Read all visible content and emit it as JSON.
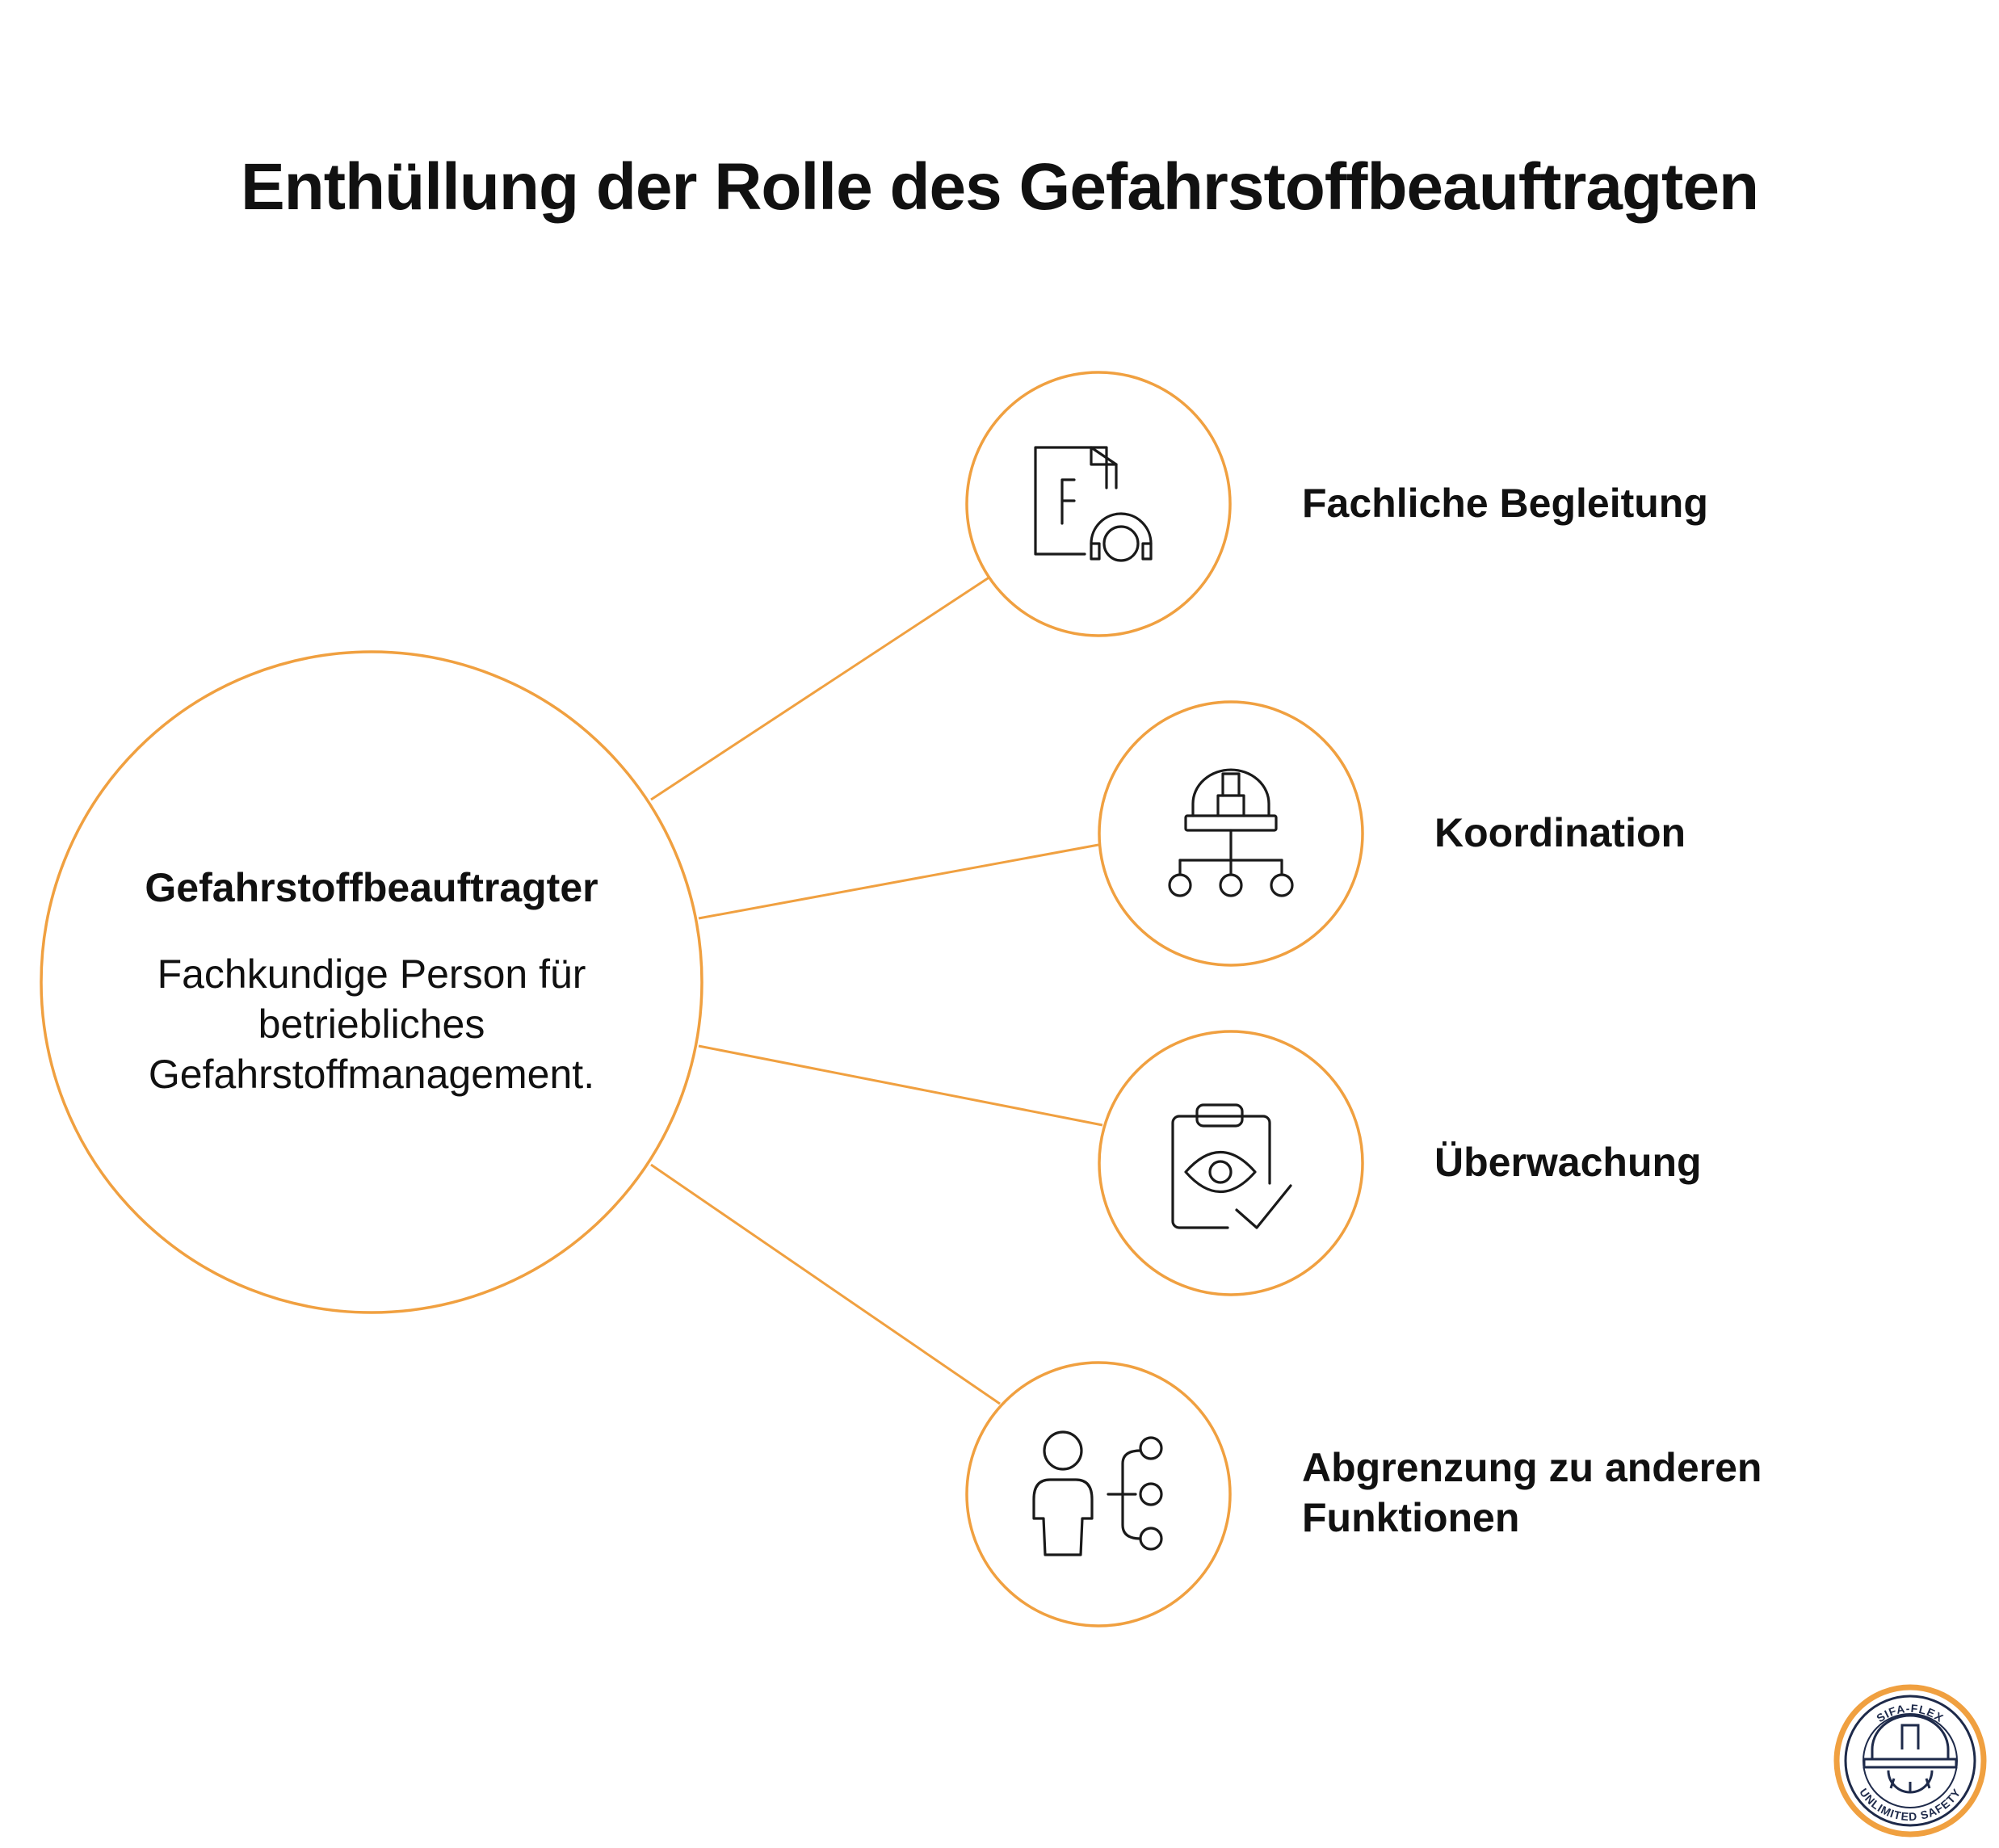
{
  "title": "Enthüllung der Rolle des Gefahrstoffbeauftragten",
  "center": {
    "heading": "Gefahrstoffbeauftragter",
    "description": "Fachkundige Person für betriebliches Gefahrstoffmanagement."
  },
  "nodes": [
    {
      "label": "Fachliche Begleitung",
      "icon": "document-headset-icon"
    },
    {
      "label": "Koordination",
      "icon": "hardhat-hierarchy-icon"
    },
    {
      "label": "Überwachung",
      "icon": "clipboard-eye-check-icon"
    },
    {
      "label": "Abgrenzung zu anderen Funktionen",
      "icon": "person-branch-icon"
    }
  ],
  "logo": {
    "text_top": "SIFA-FLEX",
    "text_bottom": "UNLIMITED SAFETY"
  },
  "colors": {
    "accent": "#F0A040",
    "text": "#111111",
    "icon": "#1a1a1a",
    "logo_navy": "#1e2a4a"
  }
}
